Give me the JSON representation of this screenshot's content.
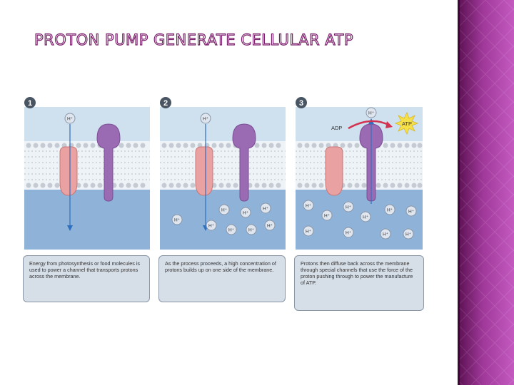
{
  "slide": {
    "title": "PROTON PUMP GENERATE CELLULAR ATP",
    "accent_color": "#7a1f6a",
    "band_color": "#a0389a"
  },
  "figure": {
    "ion_label": "H⁺",
    "panels": [
      {
        "number": "1",
        "caption": "Energy from photosynthesis or food molecules is used to power a channel that transports protons across the membrane."
      },
      {
        "number": "2",
        "caption": "As the process proceeds, a high concentration of protons builds up on one side of the membrane."
      },
      {
        "number": "3",
        "caption": "Protons then diffuse back across the membrane through special channels that use the force of the proton pushing through to power the manufacture of ATP.",
        "adp_label": "ADP",
        "atp_label": "ATP"
      }
    ]
  }
}
